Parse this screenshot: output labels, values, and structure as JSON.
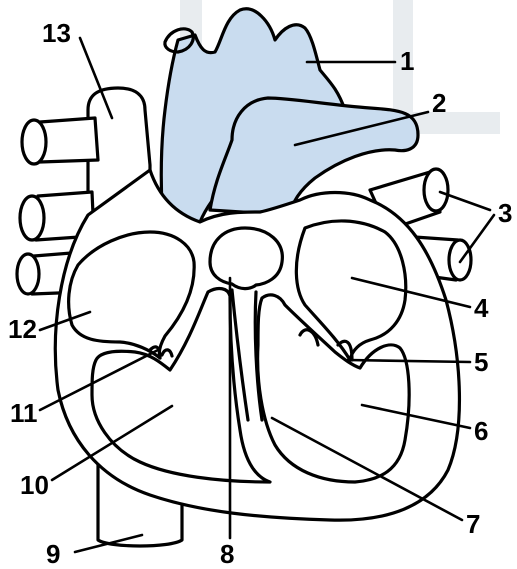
{
  "labels": {
    "l1": "1",
    "l2": "2",
    "l3": "3",
    "l4": "4",
    "l5": "5",
    "l6": "6",
    "l7": "7",
    "l8": "8",
    "l9": "9",
    "l10": "10",
    "l11": "11",
    "l12": "12",
    "l13": "13"
  },
  "colors": {
    "vessel_fill": "#c9dcef",
    "watermark": "#e8ecef",
    "ink": "#000000"
  }
}
